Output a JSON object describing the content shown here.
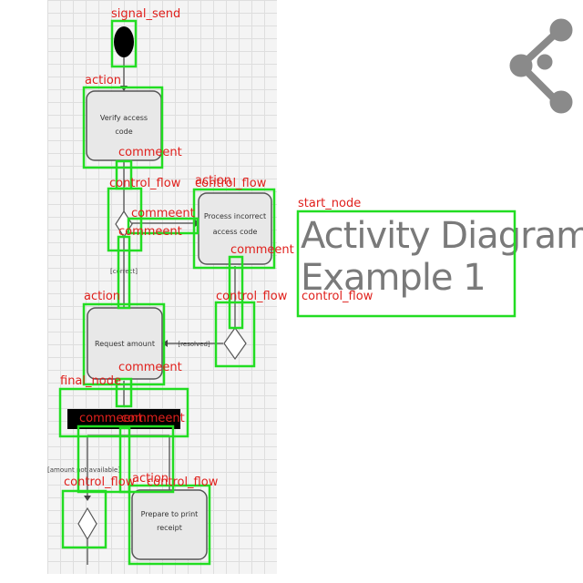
{
  "diagram": {
    "title_line1": "Activity Diagram",
    "title_line2": "Example 1",
    "nodes": {
      "verify": [
        "Verify access",
        "code"
      ],
      "process": [
        "Process incorrect",
        "access code"
      ],
      "request": [
        "Request amount"
      ],
      "prepare": [
        "Prepare to print",
        "receipt"
      ]
    },
    "guards": {
      "correct": "[correct]",
      "resolved": "[resolved]",
      "not_available": "[amount not available]"
    }
  },
  "detections": {
    "signal_send": "signal_send",
    "action_1": "action",
    "comment_1": "commeent",
    "control_flow_1": "control_flow",
    "action_2": "action",
    "control_flow_2": "control_flow",
    "comment_2": "commeent",
    "comment_3": "commeent",
    "start_node": "start_node",
    "comment_4": "commeent",
    "action_3": "action",
    "control_flow_3": "control_flow",
    "control_flow_4": "control_flow",
    "comment_5": "commeent",
    "final_node": "final_node",
    "comment_6": "commeent",
    "comment_7": "commeent",
    "control_flow_5": "control_flow",
    "action_4": "action",
    "control_flow_6": "control_flow"
  },
  "colors": {
    "detection_box": "#22dd22",
    "detection_label": "#e0201c",
    "node_fill": "#e8e8e8",
    "node_stroke": "#555555",
    "logo": "#8a8a8a"
  }
}
